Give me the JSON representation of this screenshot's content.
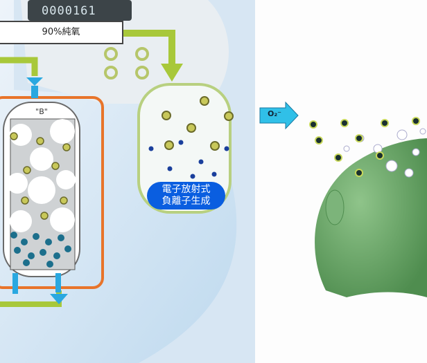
{
  "display": {
    "counter": "0000161"
  },
  "labels": {
    "oxygen_box": "90%純氧",
    "column_label": "\"B\"",
    "ion_arrow": "O₂⁻",
    "ion_generation_line1": "電子放射式",
    "ion_generation_line2": "負離子生成"
  },
  "colors": {
    "pipe_green": "#a8c83a",
    "frame_orange": "#e8742a",
    "ion_blue": "#1a3f9c",
    "pill_blue": "#0a5ee0",
    "arrow_cyan": "#30c0e8",
    "head_green": "#6fa86a"
  }
}
